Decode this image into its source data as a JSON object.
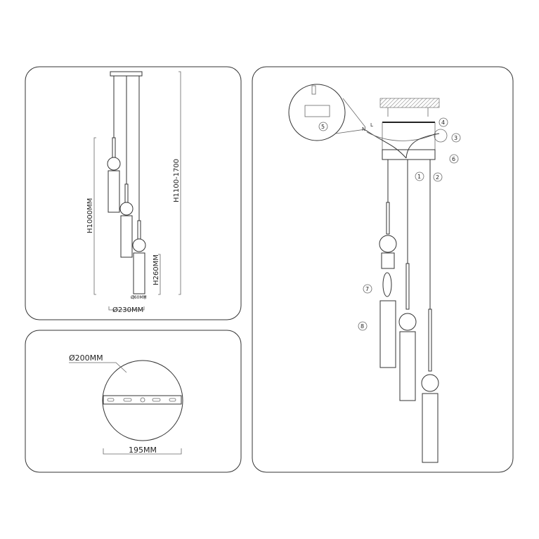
{
  "dimensions_panel": {
    "height_total": "H1100-1700",
    "height_drop": "H1000MM",
    "shade_height": "H260MM",
    "shade_diameter": "Ø60MM",
    "canopy_diameter": "Ø230MM"
  },
  "mount_panel": {
    "plate_diameter": "Ø200MM",
    "bracket_width": "195MM"
  },
  "install_panel": {
    "wire_labels": {
      "neutral": "N",
      "live": "L"
    },
    "steps": [
      "1",
      "2",
      "3",
      "4",
      "5",
      "6",
      "7",
      "8"
    ]
  },
  "colors": {
    "line": "#333333",
    "background": "#ffffff"
  }
}
